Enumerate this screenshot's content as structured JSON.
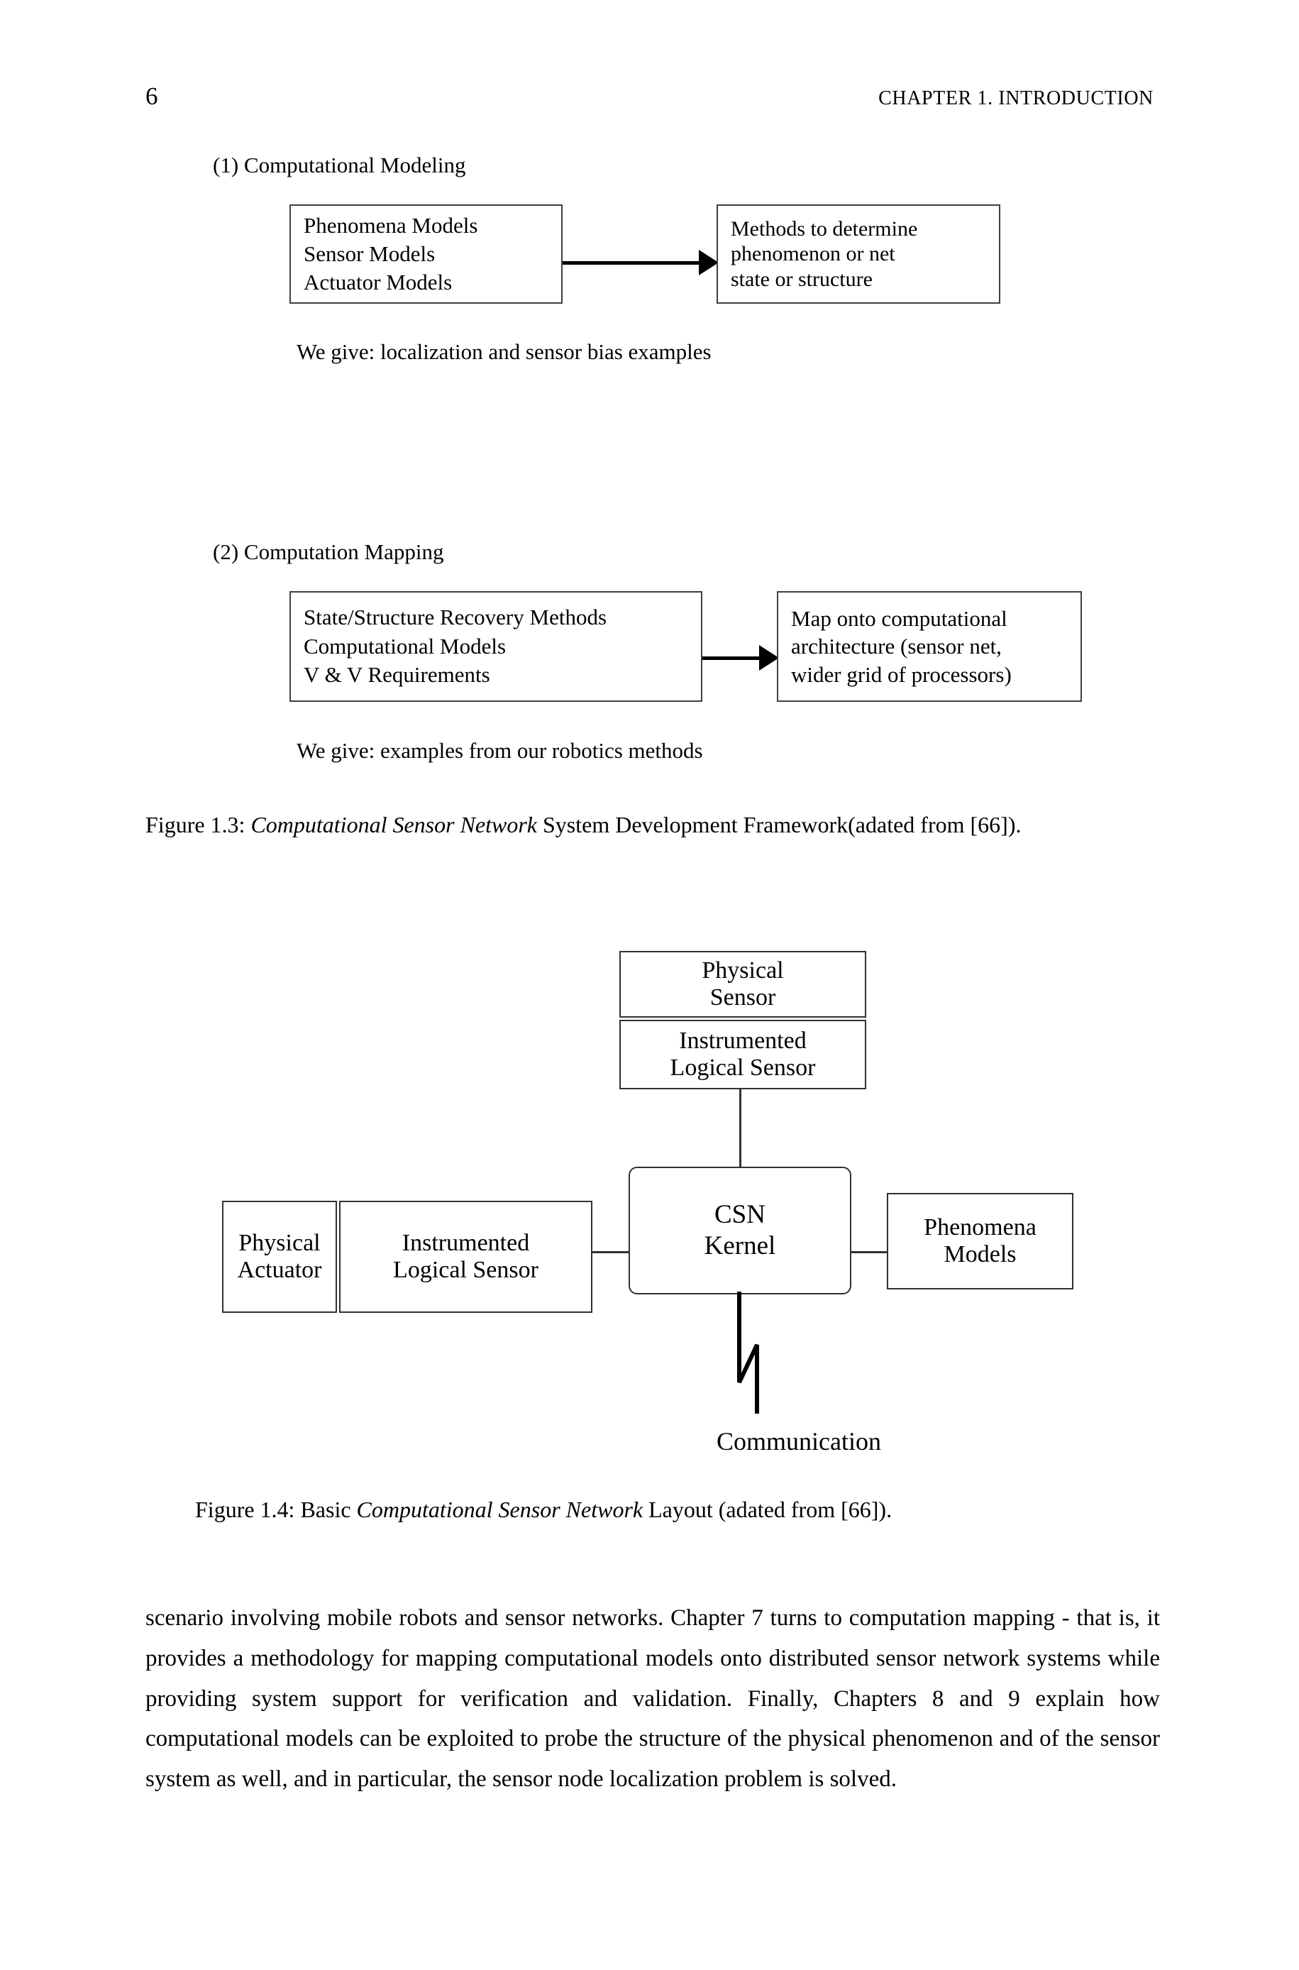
{
  "header": {
    "folio": "6",
    "chapter_title": "CHAPTER 1.  INTRODUCTION"
  },
  "figure_1_3": {
    "sections": [
      {
        "label": "(1) Computational Modeling",
        "left_box": {
          "lines": [
            "Phenomena Models",
            "Sensor Models",
            "Actuator Models"
          ]
        },
        "right_box": {
          "lines": [
            "Methods to determine",
            "phenomenon or net",
            "state or structure"
          ]
        },
        "note": "We give: localization and sensor bias examples"
      },
      {
        "label": "(2) Computation Mapping",
        "left_box": {
          "lines": [
            "State/Structure Recovery Methods",
            "Computational Models",
            "V & V Requirements"
          ]
        },
        "right_box": {
          "lines": [
            "Map onto computational",
            "architecture (sensor net,",
            "wider grid of processors)"
          ]
        },
        "note": "We give: examples from our robotics methods"
      }
    ],
    "caption": {
      "prefix": "Figure 1.3: ",
      "italic": "Computational Sensor Network",
      "suffix": " System Development Framework(adated from [66])."
    }
  },
  "figure_1_4": {
    "boxes": {
      "physical_sensor": [
        "Physical",
        "Sensor"
      ],
      "instrumented_logical_sensor_top": [
        "Instrumented",
        "Logical Sensor"
      ],
      "physical_actuator": [
        "Physical",
        "Actuator"
      ],
      "instrumented_logical_sensor_left": [
        "Instrumented",
        "Logical Sensor"
      ],
      "csn_kernel": [
        "CSN",
        "Kernel"
      ],
      "phenomena_models": [
        "Phenomena",
        "Models"
      ]
    },
    "communication_label": "Communication",
    "caption": {
      "prefix": "Figure 1.4:  Basic ",
      "italic": "Computational Sensor Network",
      "suffix": " Layout (adated from [66])."
    }
  },
  "body": {
    "paragraph": "scenario involving mobile robots and sensor networks.  Chapter 7 turns to computation mapping - that is, it provides a methodology for mapping computational models onto distributed sensor network systems while providing system support for verification and validation.  Finally, Chapters 8 and 9 explain how computational models can be exploited to probe the structure of the physical phenomenon and of the sensor system as well, and in particular, the sensor node localization problem is solved."
  }
}
